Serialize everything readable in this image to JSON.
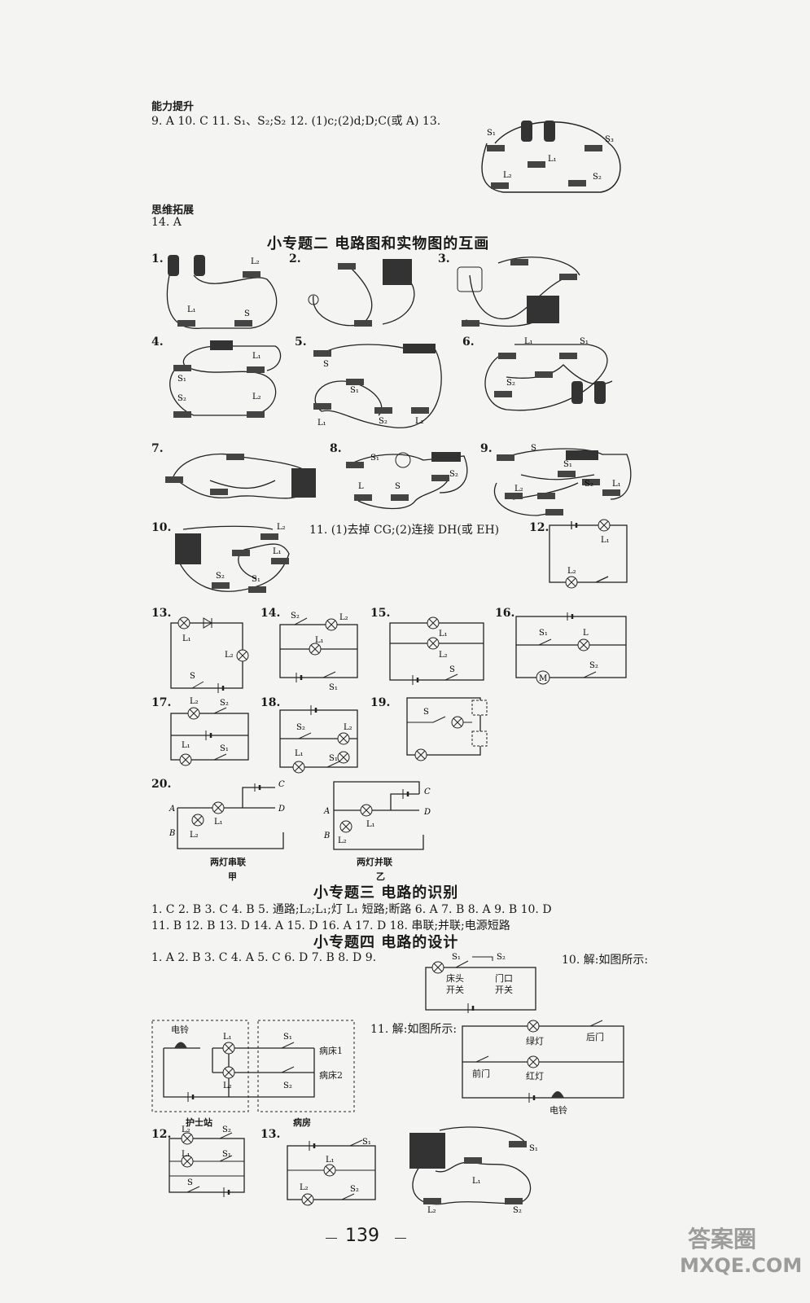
{
  "section_ability": "能力提升",
  "ability_answers": "9. A   10. C   11. S₁、S₂;S₂   12. (1)c;(2)d;D;C(或 A)   13.",
  "section_thinking": "思维拓展",
  "thinking_answer": "14. A",
  "topic2_title": "小专题二   电路图和实物图的互画",
  "q_numbers": [
    "1.",
    "2.",
    "3.",
    "4.",
    "5.",
    "6.",
    "7.",
    "8.",
    "9.",
    "10.",
    "12.",
    "13.",
    "14.",
    "15.",
    "16.",
    "17.",
    "18.",
    "19.",
    "20."
  ],
  "q11_text": "11. (1)去掉 CG;(2)连接 DH(或 EH)",
  "fig20_left_caption": "两灯串联",
  "fig20_left_sub": "甲",
  "fig20_right_caption": "两灯并联",
  "fig20_right_sub": "乙",
  "topic3_title": "小专题三   电路的识别",
  "topic3_line1": "1. C   2. B   3. C   4. B   5. 通路;L₂;L₁;灯 L₁ 短路;断路   6. A   7. B   8. A   9. B   10. D",
  "topic3_line2": "11. B   12. B   13. D   14. A   15. D   16. A   17. D   18. 串联;并联;电源短路",
  "topic4_title": "小专题四   电路的设计",
  "topic4_line1": "1. A   2. B   3. C   4. A   5. C   6. D   7. B   8. D   9.",
  "q10_text": "10. 解:如图所示:",
  "q11b_text": "11. 解:如图所示:",
  "bed_switch": "床头开关",
  "door_switch": "门口开关",
  "bell_label": "电铃",
  "ward1": "病床1",
  "ward2": "病床2",
  "nurse_station": "护士站",
  "ward_room": "病房",
  "green_light": "绿灯",
  "red_light": "红灯",
  "back_door": "后门",
  "front_door": "前门",
  "q12b": "12.",
  "q13b": "13.",
  "page_number": "139",
  "watermark": "答案圈",
  "watermark_url": "MXQE.COM"
}
